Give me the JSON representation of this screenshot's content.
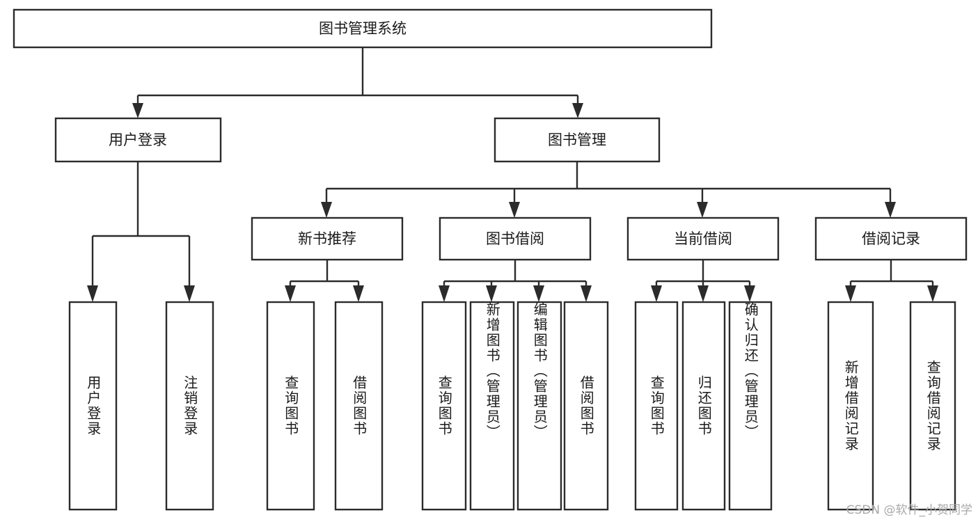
{
  "diagram": {
    "type": "tree-hierarchy",
    "title": "图书管理系统",
    "orientation": "top-down",
    "watermark": "CSDN @软件_小贺同学",
    "colors": {
      "stroke": "#2b2b2b",
      "fill": "#ffffff",
      "text": "#1a1a1a",
      "watermark": "#a9a9a9",
      "background": "#ffffff"
    },
    "root": {
      "label": "图书管理系统"
    },
    "level2": [
      {
        "id": "user-login",
        "label": "用户登录"
      },
      {
        "id": "book-manage",
        "label": "图书管理"
      }
    ],
    "level3": [
      {
        "id": "new-book-recommend",
        "label": "新书推荐",
        "parent": "book-manage"
      },
      {
        "id": "book-borrow",
        "label": "图书借阅",
        "parent": "book-manage"
      },
      {
        "id": "current-borrow",
        "label": "当前借阅",
        "parent": "book-manage"
      },
      {
        "id": "borrow-record",
        "label": "借阅记录",
        "parent": "book-manage"
      }
    ],
    "leaves": [
      {
        "id": "leaf-user-login",
        "label": "用户登录",
        "parent": "user-login"
      },
      {
        "id": "leaf-logout-login",
        "label": "注销登录",
        "parent": "user-login"
      },
      {
        "id": "leaf-query-book-1",
        "label": "查询图书",
        "parent": "new-book-recommend"
      },
      {
        "id": "leaf-borrow-book-1",
        "label": "借阅图书",
        "parent": "new-book-recommend"
      },
      {
        "id": "leaf-query-book-2",
        "label": "查询图书",
        "parent": "book-borrow"
      },
      {
        "id": "leaf-add-book",
        "label": "新增图书（管理员）",
        "parent": "book-borrow"
      },
      {
        "id": "leaf-edit-book",
        "label": "编辑图书（管理员）",
        "parent": "book-borrow"
      },
      {
        "id": "leaf-borrow-book-2",
        "label": "借阅图书",
        "parent": "book-borrow"
      },
      {
        "id": "leaf-query-book-3",
        "label": "查询图书",
        "parent": "current-borrow"
      },
      {
        "id": "leaf-return-book",
        "label": "归还图书",
        "parent": "current-borrow"
      },
      {
        "id": "leaf-confirm-return",
        "label": "确认归还（管理员）",
        "parent": "current-borrow"
      },
      {
        "id": "leaf-add-record",
        "label": "新增借阅记录",
        "parent": "borrow-record"
      },
      {
        "id": "leaf-query-record",
        "label": "查询借阅记录",
        "parent": "borrow-record"
      }
    ]
  }
}
